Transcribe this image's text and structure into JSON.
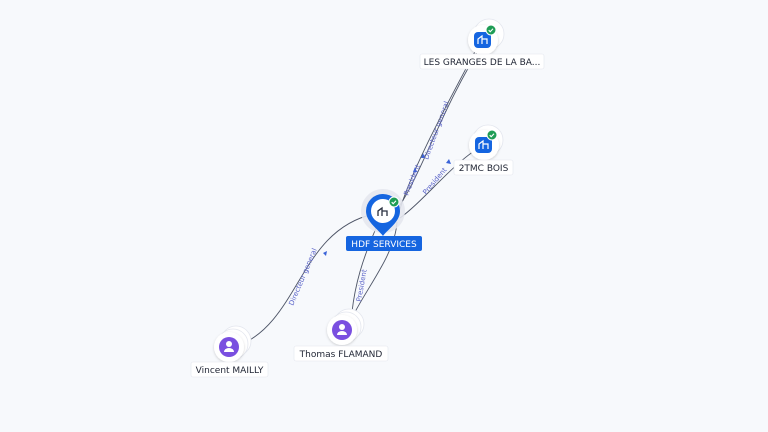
{
  "colors": {
    "company_blue": "#1565e0",
    "person_purple": "#7a4fe0",
    "check_green": "#1f9d55",
    "edge_gray": "#4d5466",
    "edge_label": "#5a63c8"
  },
  "nodes": {
    "les_granges": {
      "label": "LES GRANGES DE LA BA...",
      "icon": "company-building-icon",
      "verified": true
    },
    "tmc_bois": {
      "label": "2TMC BOIS",
      "icon": "company-building-icon",
      "verified": true
    },
    "hdf_services": {
      "label": "HDF SERVICES",
      "icon": "company-building-icon",
      "verified": true
    },
    "vincent": {
      "label": "Vincent MAILLY",
      "icon": "person-icon"
    },
    "thomas": {
      "label": "Thomas FLAMAND",
      "icon": "person-icon"
    }
  },
  "edges": {
    "hdf_granges_dg": {
      "label": "Directeur general"
    },
    "hdf_granges_pres": {
      "label": "President"
    },
    "hdf_tmc_pres": {
      "label": "President"
    },
    "vincent_hdf_dg": {
      "label": "Directeur general"
    },
    "thomas_hdf_pres": {
      "label": "President"
    }
  }
}
